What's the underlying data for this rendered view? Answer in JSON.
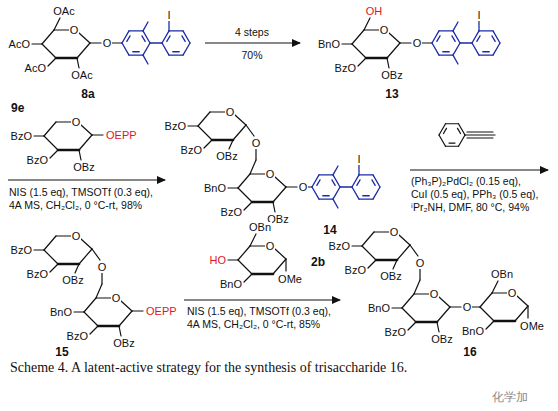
{
  "diagram": {
    "caption": "Scheme 4. A latent-active strategy for the synthesis of trisaccharide 16.",
    "labels": [
      "OAc",
      "AcO",
      "AcO",
      "O",
      "OAc",
      "O",
      "I",
      "8a",
      "4 steps",
      "70%",
      "OH",
      "BnO",
      "BzO",
      "O",
      "OBz",
      "O",
      "I",
      "13",
      "9e",
      "BzO",
      "BzO",
      "O",
      "OBz",
      "OEPP",
      "NIS (1.5 eq), TMSOTf (0.3 eq),",
      "4A MS, CH₂Cl₂, 0 °C-rt, 98%",
      "BzO",
      "BzO",
      "O",
      "OBz",
      "O",
      "BnO",
      "BzO",
      "O",
      "OBz",
      "O",
      "I",
      "14",
      "(Ph₃P)₂PdCl₂ (0.15 eq),",
      "CuI (0.5 eq), PPh₃ (0.5 eq),",
      "ⁱPr₂NH, DMF, 80 °C, 94%",
      "BzO",
      "BzO",
      "O",
      "OBz",
      "O",
      "BnO",
      "BzO",
      "O",
      "OBz",
      "OEPP",
      "15",
      "OBn",
      "HO",
      "BnO",
      "O",
      "OMe",
      "2b",
      "NIS (1.5 eq), TMSOTf (0.3 eq),",
      "4A MS, CH₂Cl₂, 0 °C-rt, 85%",
      "BzO",
      "BzO",
      "O",
      "OBz",
      "O",
      "BnO",
      "BzO",
      "O",
      "OBz",
      "O",
      "OBn",
      "BnO",
      "O",
      "OMe",
      "16",
      "化学加"
    ]
  }
}
